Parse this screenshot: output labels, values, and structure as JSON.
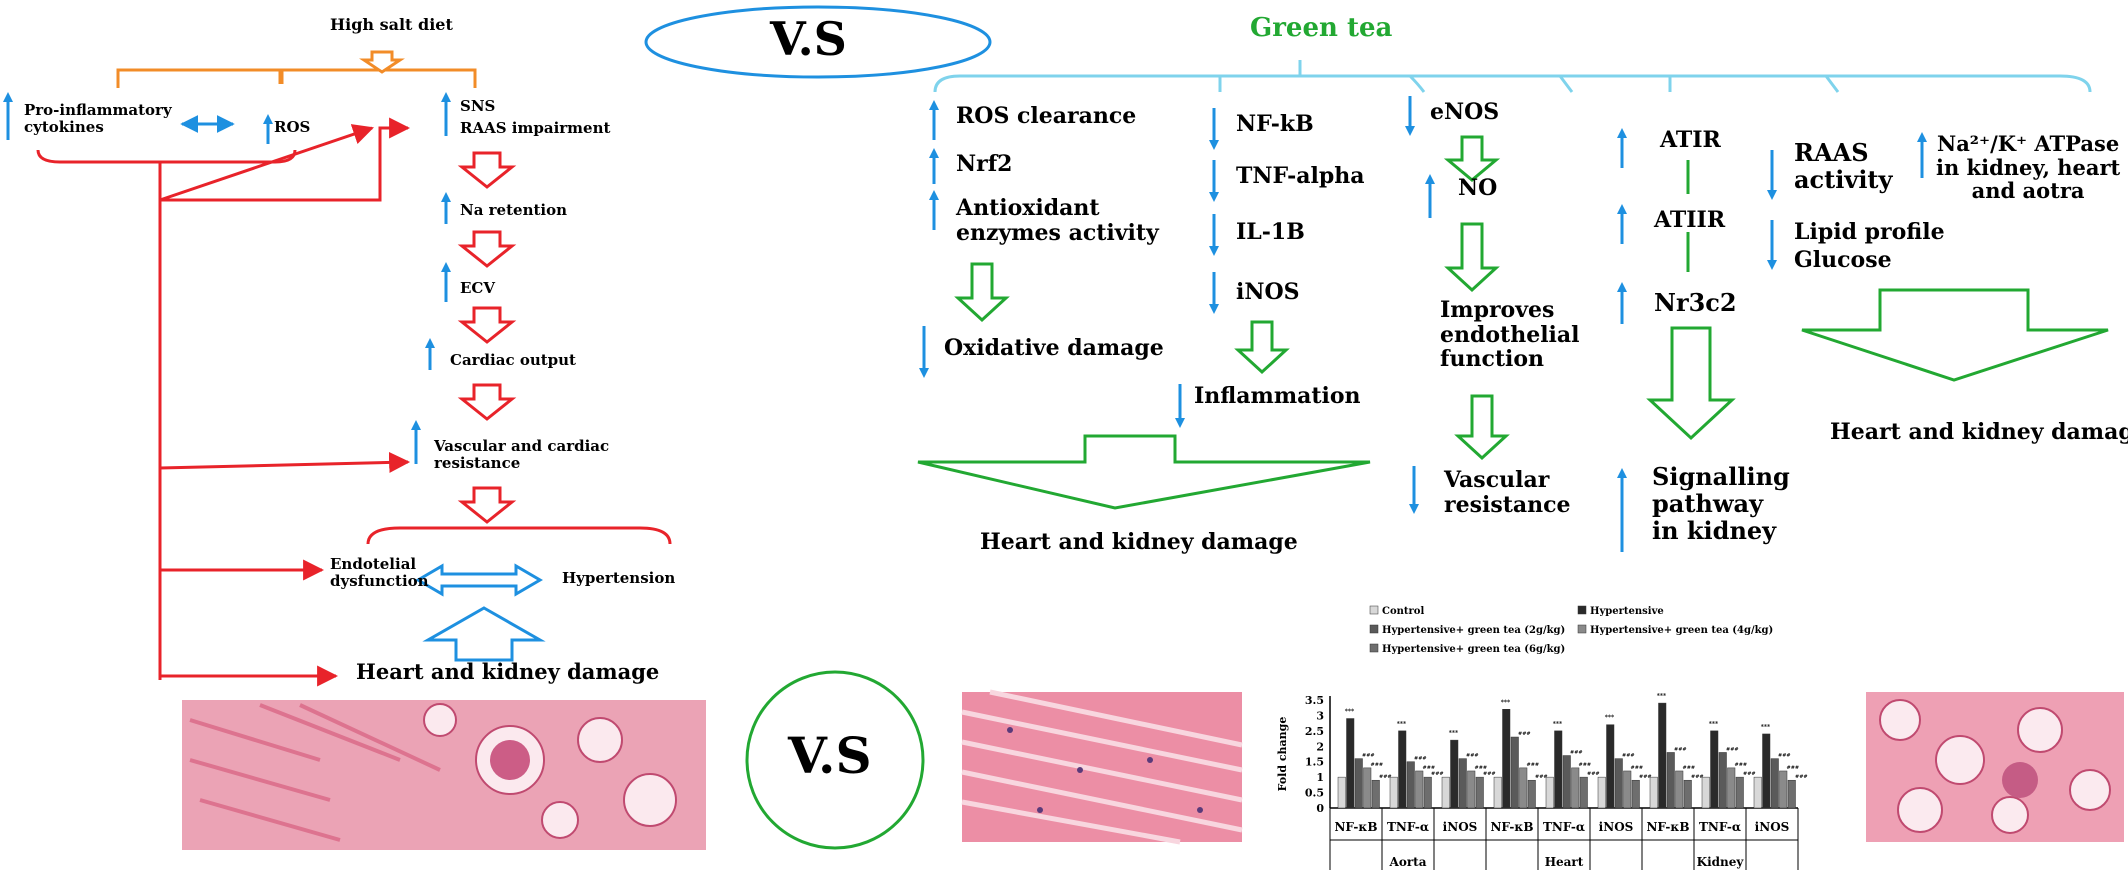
{
  "left_panel": {
    "trigger": "High salt diet",
    "pro_inflammatory": "Pro-inflammatory\ncytokines",
    "ros": "ROS",
    "sns": "SNS",
    "raas": "RAAS impairment",
    "na_retention": "Na retention",
    "ecv": "ECV",
    "cardiac_output": "Cardiac output",
    "vascular_resistance": "Vascular and cardiac\nresistance",
    "endothelial": "Endotelial\ndysfunction",
    "hypertension": "Hypertension",
    "outcome": "Heart and kidney damage"
  },
  "vs_top": "V.S",
  "vs_bottom": "V.S",
  "green_tea": {
    "title": "Green tea",
    "col1": {
      "items": [
        "ROS clearance",
        "Nrf2",
        "Antioxidant\nenzymes activity"
      ],
      "result": "Oxidative damage"
    },
    "col2": {
      "items": [
        "NF-kB",
        "TNF-alpha",
        "IL-1B",
        "iNOS"
      ],
      "result": "Inflammation"
    },
    "shared_outcome": "Heart and kidney damage",
    "col3": {
      "top": "eNOS",
      "no": "NO",
      "improves": "Improves\nendothelial\nfunction",
      "result": "Vascular\nresistance"
    },
    "col4": {
      "atir": "ATIR",
      "atiir": "ATIIR",
      "nr3c2": "Nr3c2",
      "result": "Signalling\npathway\nin kidney"
    },
    "col5": {
      "raas": "RAAS\nactivity",
      "lipid": "Lipid profile",
      "glucose": "Glucose"
    },
    "col6": {
      "atpase": "Na²⁺/K⁺ ATPase\nin kidney, heart\nand aotra",
      "outcome": "Heart and kidney damage"
    }
  },
  "colors": {
    "red": "#e8232a",
    "orange": "#f28c28",
    "blue": "#1e90e0",
    "green": "#22a832",
    "lightblue": "#7fd3ec",
    "tissue_pink": "#e9748f"
  },
  "chart_data": {
    "type": "bar",
    "ylabel": "Fold change",
    "ylim": [
      0,
      3.5
    ],
    "yticks": [
      "0",
      "0.5",
      "1",
      "1.5",
      "2",
      "2.5",
      "3",
      "3.5"
    ],
    "categories": [
      "NF-κB",
      "TNF-α",
      "iNOS",
      "NF-κB",
      "TNF-α",
      "iNOS",
      "NF-κB",
      "TNF-α",
      "iNOS"
    ],
    "groups": [
      "Aorta",
      "Heart",
      "Kidney"
    ],
    "legend": [
      "Control",
      "Hypertensive",
      "Hypertensive+ green tea (2g/kg)",
      "Hypertensive+ green tea (4g/kg)",
      "Hypertensive+ green tea (6g/kg)"
    ],
    "series": [
      {
        "name": "Control",
        "values": [
          1,
          1,
          1,
          1,
          1,
          1,
          1,
          1,
          1
        ]
      },
      {
        "name": "Hypertensive",
        "values": [
          2.9,
          2.5,
          2.2,
          3.2,
          2.5,
          2.7,
          3.4,
          2.5,
          2.4
        ]
      },
      {
        "name": "Hypertensive+ green tea (2g/kg)",
        "values": [
          1.6,
          1.5,
          1.6,
          2.3,
          1.7,
          1.6,
          1.8,
          1.8,
          1.6
        ]
      },
      {
        "name": "Hypertensive+ green tea (4g/kg)",
        "values": [
          1.3,
          1.2,
          1.2,
          1.3,
          1.3,
          1.2,
          1.2,
          1.3,
          1.2
        ]
      },
      {
        "name": "Hypertensive+ green tea (6g/kg)",
        "values": [
          0.9,
          1.0,
          1.0,
          0.9,
          1.0,
          0.9,
          0.9,
          1.0,
          0.9
        ]
      }
    ],
    "annotations": [
      "***",
      "###"
    ]
  }
}
